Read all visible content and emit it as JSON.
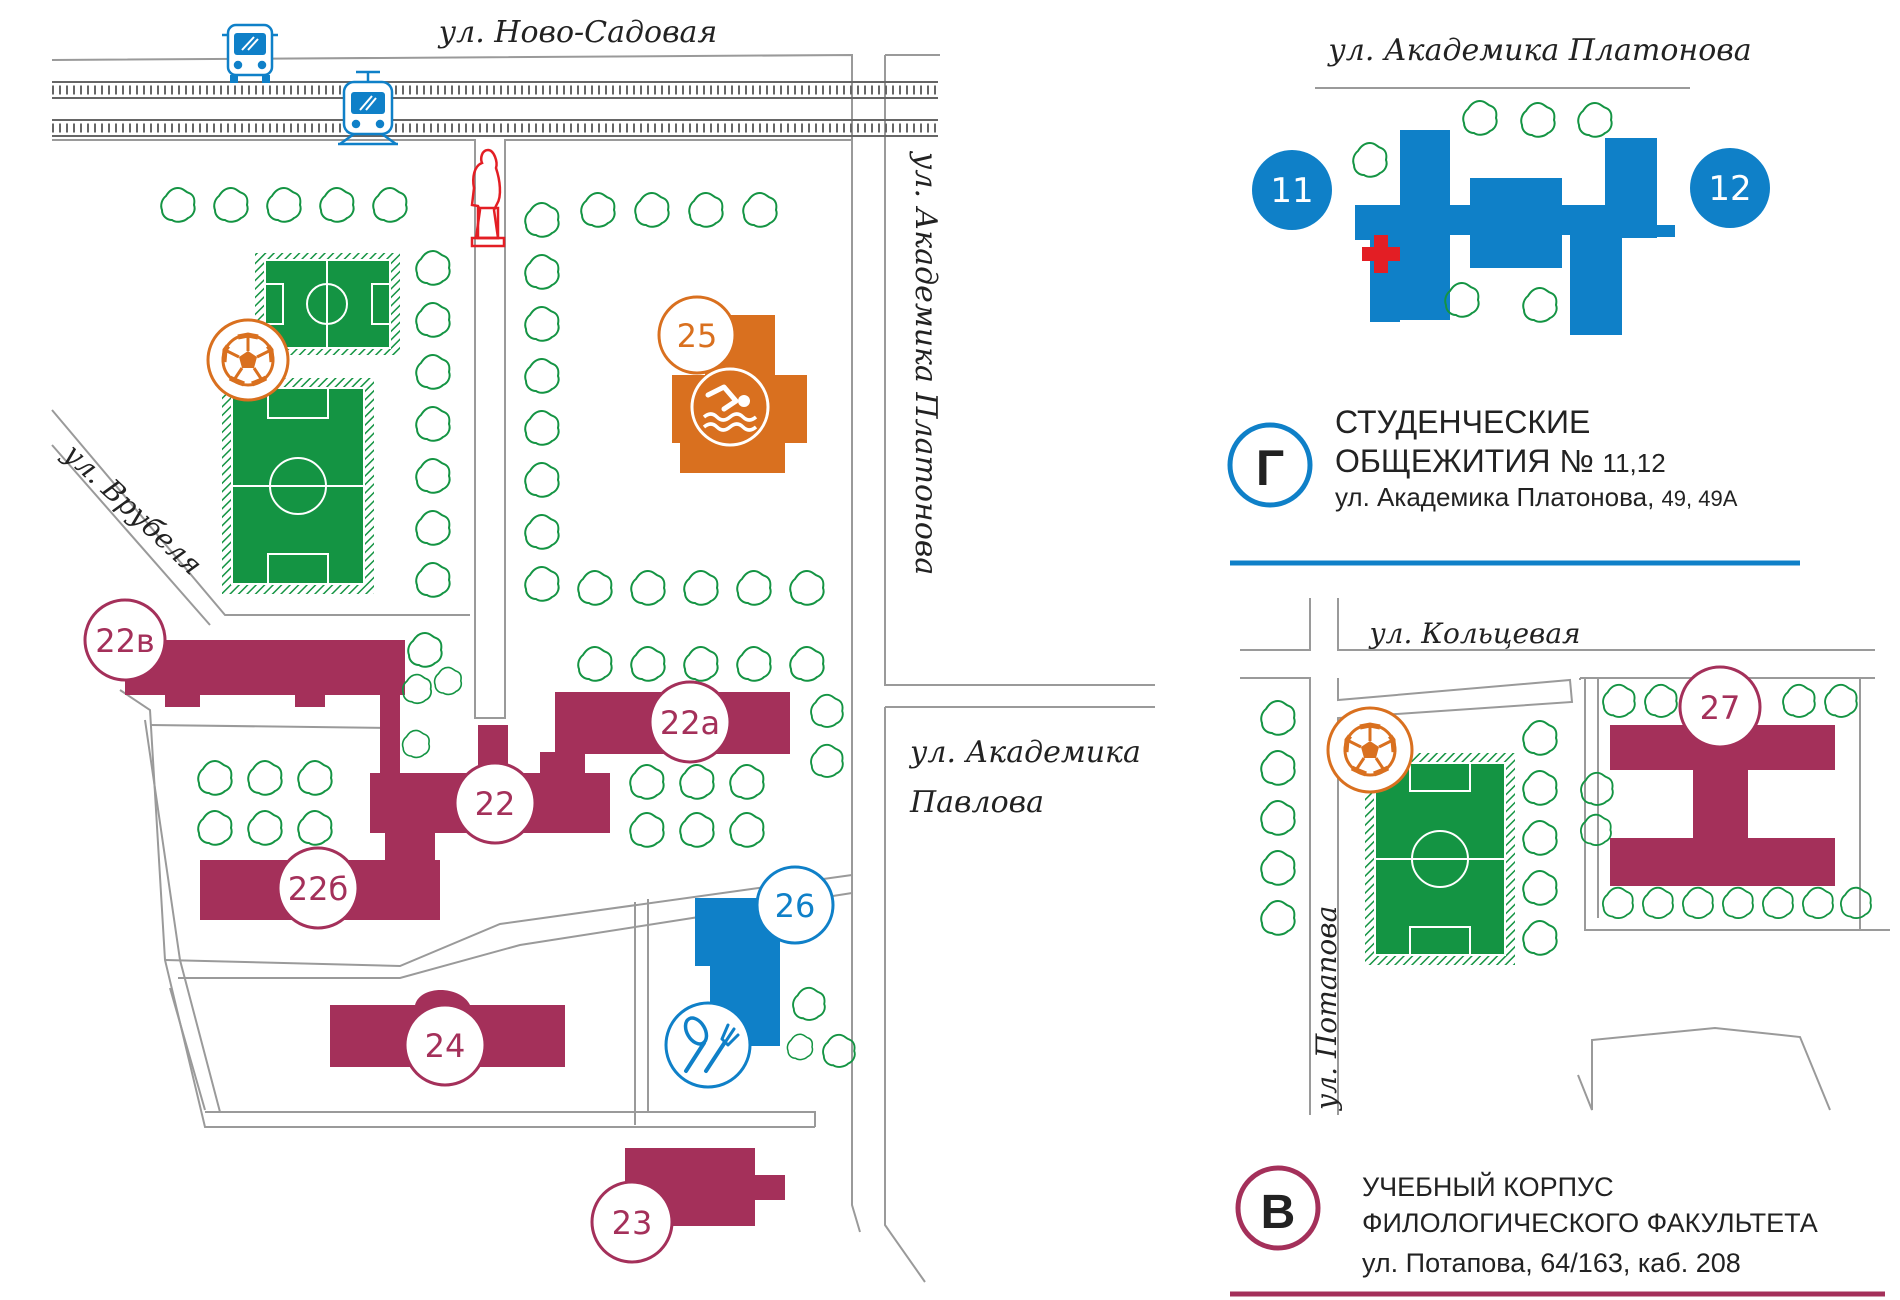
{
  "colors": {
    "maroon": "#a4305a",
    "blue": "#0f80c8",
    "orange": "#d9701f",
    "green": "#149443",
    "road": "#9a9a9a",
    "tree": "#149443",
    "red": "#e31e24"
  },
  "streets": {
    "novo_sadovaya": "ул. Ново-Садовая",
    "akad_platonova_vertical": "ул. Академика Платонова",
    "vrubelya": "ул. Врубеля",
    "akad_pavlova_1": "ул. Академика",
    "akad_pavlova_2": "Павлова",
    "akad_platonova_top": "ул. Академика Платонова",
    "koltsevaya": "ул. Кольцевая",
    "potapova": "ул. Потапова"
  },
  "buildings": {
    "b22v": "22в",
    "b22a": "22а",
    "b22": "22",
    "b22b": "22б",
    "b24": "24",
    "b23": "23",
    "b25": "25",
    "b26": "26",
    "b27": "27",
    "b11": "11",
    "b12": "12"
  },
  "dorms": {
    "letter": "Г",
    "title_line1": "СТУДЕНЧЕСКИЕ",
    "title_line2": "ОБЩЕЖИТИЯ №",
    "numbers": "11,12",
    "address": "ул. Академика Платонова,",
    "address_numbers": "49, 49А"
  },
  "philology": {
    "letter": "В",
    "title_line1": "УЧЕБНЫЙ КОРПУС",
    "title_line2": "ФИЛОЛОГИЧЕСКОГО ФАКУЛЬТЕТА",
    "address": "ул. Потапова, 64/163, каб. 208"
  },
  "icons": {
    "bus": "bus-icon",
    "tram": "tram-icon",
    "monument": "monument-icon",
    "football": "football-icon",
    "swimming": "swimming-icon",
    "restaurant": "restaurant-icon",
    "firstaid": "first-aid-icon"
  }
}
